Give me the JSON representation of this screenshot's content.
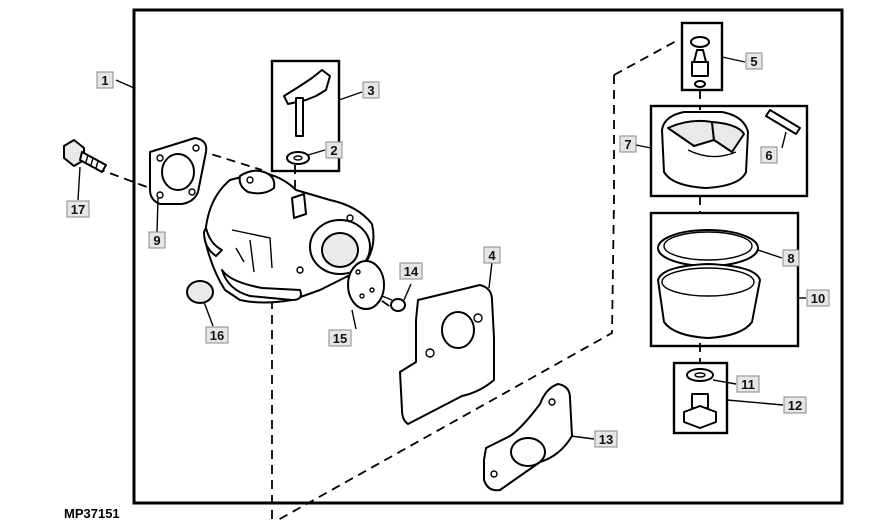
{
  "figure_id": "MP37151",
  "callouts": {
    "c1": "1",
    "c2": "2",
    "c3": "3",
    "c4": "4",
    "c5": "5",
    "c6": "6",
    "c7": "7",
    "c8": "8",
    "c9": "9",
    "c10": "10",
    "c11": "11",
    "c12": "12",
    "c13": "13",
    "c14": "14",
    "c15": "15",
    "c16": "16",
    "c17": "17"
  }
}
